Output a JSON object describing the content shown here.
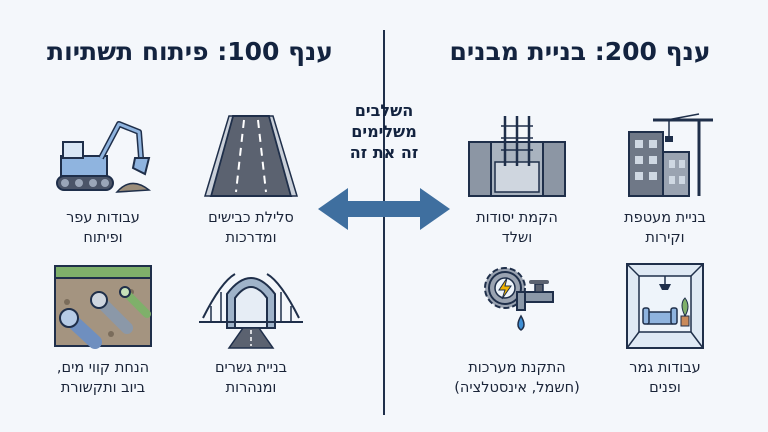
{
  "left_branch": {
    "title": "ענף 100: פיתוח תשתיות",
    "items": [
      {
        "icon": "road-icon",
        "line1": "סלילת כבישים",
        "line2": "ומדרכות"
      },
      {
        "icon": "excavator-icon",
        "line1": "עבודות עפר",
        "line2": "ופיתוח"
      },
      {
        "icon": "tunnel-icon",
        "line1": "בניית גשרים",
        "line2": "ומנהרות"
      },
      {
        "icon": "pipes-icon",
        "line1": "הנחת קווי מים,",
        "line2": "ביוב ותקשורת"
      }
    ]
  },
  "right_branch": {
    "title": "ענף 200: בניית מבנים",
    "items": [
      {
        "icon": "crane-building-icon",
        "line1": "בניית מעטפת",
        "line2": "וקירות"
      },
      {
        "icon": "foundation-icon",
        "line1": "הקמת יסודות",
        "line2": "ושלד"
      },
      {
        "icon": "interior-room-icon",
        "line1": "עבודות גמר",
        "line2": "ופנים"
      },
      {
        "icon": "gear-faucet-icon",
        "line1": "התקנת מערכות",
        "line2": "(חשמל, אינסטלציה)"
      }
    ]
  },
  "center": {
    "line1": "השלבים",
    "line2": "משלימים",
    "line3": "זה את זה"
  },
  "colors": {
    "arrow": "#3f6f9f",
    "divider": "#1f2f4a",
    "title": "#13233f"
  }
}
